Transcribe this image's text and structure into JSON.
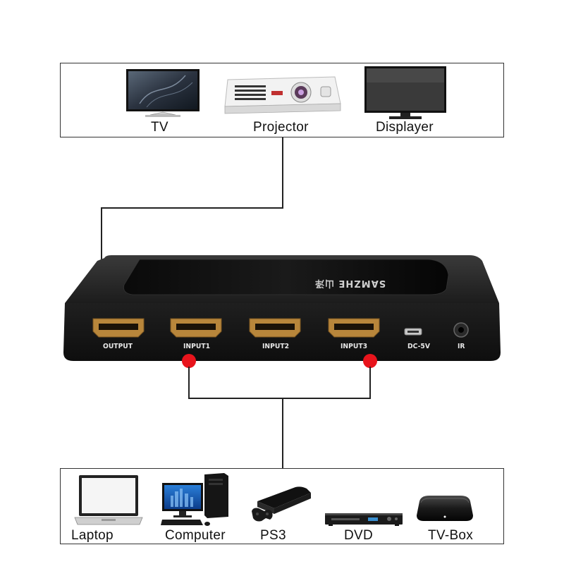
{
  "outputs": [
    {
      "label": "TV",
      "icon": "tv-icon"
    },
    {
      "label": "Projector",
      "icon": "projector-icon"
    },
    {
      "label": "Displayer",
      "icon": "monitor-icon"
    }
  ],
  "inputs": [
    {
      "label": "Laptop",
      "icon": "laptop-icon"
    },
    {
      "label": "Computer",
      "icon": "desktop-computer-icon"
    },
    {
      "label": "PS3",
      "icon": "game-console-icon"
    },
    {
      "label": "DVD",
      "icon": "dvd-player-icon"
    },
    {
      "label": "TV-Box",
      "icon": "tv-box-icon"
    }
  ],
  "switcher": {
    "brand": "SAMZHE 山泽",
    "ports": {
      "output": "OUTPUT",
      "input1": "INPUT1",
      "input2": "INPUT2",
      "input3": "INPUT3",
      "power": "DC-5V",
      "ir": "IR"
    }
  },
  "colors": {
    "connection_dot": "#e8141c",
    "device_body": "#1e1e1e",
    "hdmi_gold": "#b8863b"
  }
}
